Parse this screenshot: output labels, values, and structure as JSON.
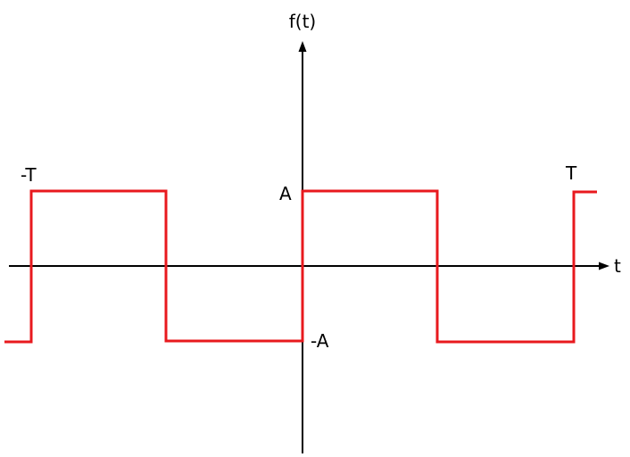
{
  "diagram": {
    "axis_labels": {
      "x": "t",
      "y": "f(t)"
    },
    "markers": {
      "neg_period": "-T",
      "period": "T",
      "amplitude": "A",
      "neg_amplitude": "-A"
    },
    "colors": {
      "signal": "#e8191e",
      "axes": "#000000",
      "background": "#ffffff"
    }
  },
  "chart_data": {
    "type": "line",
    "title": "",
    "xlabel": "t",
    "ylabel": "f(t)",
    "series": [
      {
        "name": "",
        "x": [
          "-T-T/2",
          "-T",
          "-T",
          "-T/2",
          "-T/2",
          "0",
          "0",
          "T/2",
          "T/2",
          "T",
          "T",
          "T+T/6"
        ],
        "values": [
          "-A",
          "-A",
          "A",
          "A",
          "-A",
          "-A",
          "A",
          "A",
          "-A",
          "-A",
          "A",
          "A"
        ]
      }
    ],
    "grid": false,
    "legend": "none"
  }
}
